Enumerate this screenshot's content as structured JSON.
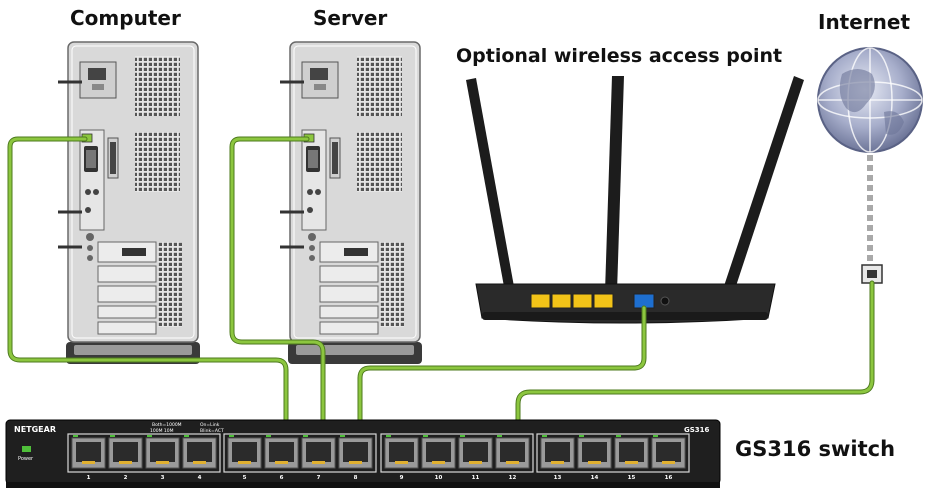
{
  "labels": {
    "computer": "Computer",
    "server": "Server",
    "access_point": "Optional wireless access point",
    "internet": "Internet",
    "switch": "GS316 switch"
  },
  "switch": {
    "brand": "NETGEAR",
    "model": "GS316",
    "power_label": "Power",
    "legend_speed_top": "Both=1000M",
    "legend_speed_bottom": "100M      10M",
    "legend_link_top": "On=Link",
    "legend_link_bottom": "Blink=ACT",
    "ports": [
      "1",
      "2",
      "3",
      "4",
      "5",
      "6",
      "7",
      "8",
      "9",
      "10",
      "11",
      "12",
      "13",
      "14",
      "15",
      "16"
    ]
  },
  "colors": {
    "cable": "#8cc63f",
    "cable_outline": "#4d7a1e",
    "internet_link": "#a9a9a9",
    "tower_body": "#dcdcdc",
    "switch_body": "#1f1f1f",
    "router_body": "#2a2a2a",
    "lan_port": "#f2c318",
    "wan_port": "#1e6fd0",
    "globe": "#8c95b8"
  }
}
